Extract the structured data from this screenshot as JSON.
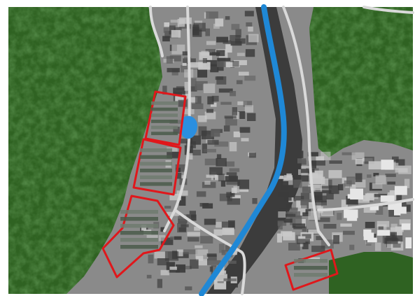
{
  "map": {
    "kind": "aerial-orthophoto",
    "content_text": "",
    "colors": {
      "forest_dark": "#234a1a",
      "forest_mid": "#2f6222",
      "forest_light": "#4f8a34",
      "grayscale_base": "#8a8a8a",
      "grayscale_dark": "#3c3c3c",
      "grayscale_light": "#c9c9c9",
      "river": "#1f88d6",
      "pond": "#2b8fe0",
      "highlight": "#e0171b",
      "road": "#d9d9d9"
    },
    "highlight_count": 4,
    "features": [
      "river",
      "pond",
      "roads",
      "village-buildings",
      "forest",
      "highlighted-building-clusters"
    ]
  }
}
